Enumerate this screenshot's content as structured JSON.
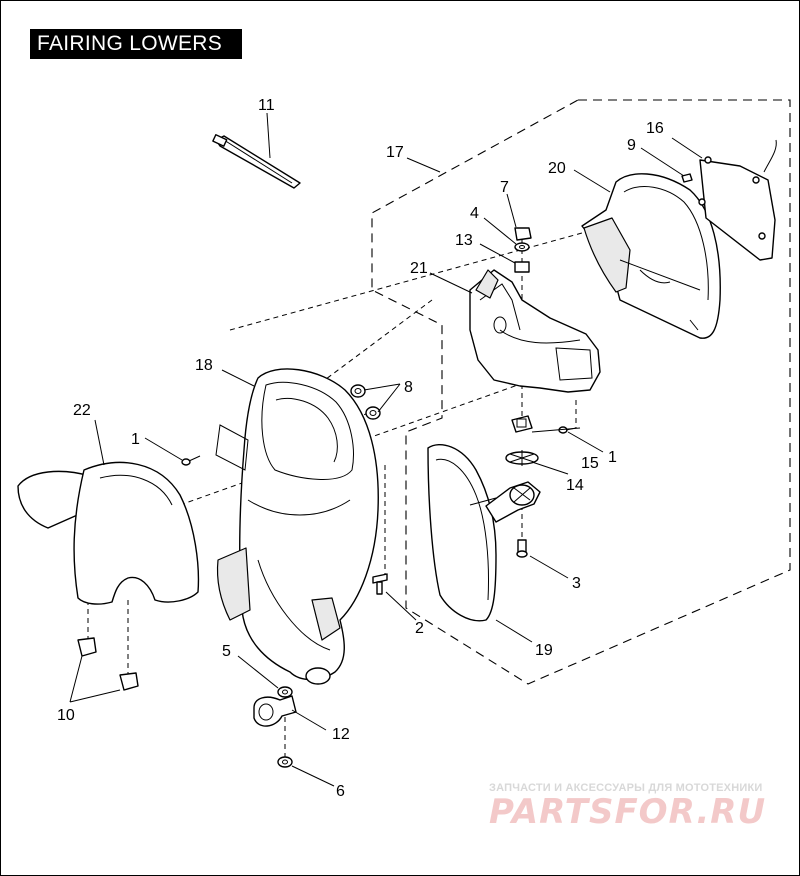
{
  "title": "FAIRING LOWERS",
  "callouts": {
    "c1a": "1",
    "c1b": "1",
    "c2": "2",
    "c3": "3",
    "c4": "4",
    "c5": "5",
    "c6": "6",
    "c7": "7",
    "c8": "8",
    "c9": "9",
    "c10": "10",
    "c11": "11",
    "c12": "12",
    "c13": "13",
    "c14": "14",
    "c15": "15",
    "c16": "16",
    "c17": "17",
    "c18": "18",
    "c19": "19",
    "c20": "20",
    "c21": "21",
    "c22": "22"
  },
  "watermark": {
    "tagline": "ЗАПЧАСТИ И АКСЕССУАРЫ ДЛЯ МОТОТЕХНИКИ",
    "logo": "PARTSFOR.RU"
  }
}
